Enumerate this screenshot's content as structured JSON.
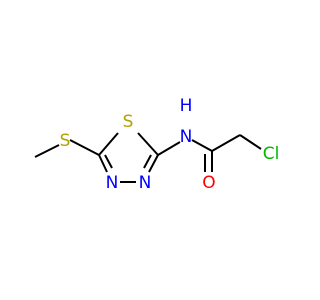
{
  "molecule": {
    "atoms": {
      "s_thioether": "S",
      "s_ring": "S",
      "n_amide": "N",
      "h_amide": "H",
      "n_ring_left": "N",
      "n_ring_right": "N",
      "o_carbonyl": "O",
      "cl": "Cl"
    },
    "colors": {
      "sulfur": "#B2A200",
      "nitrogen": "#0000FF",
      "oxygen": "#FF0000",
      "chlorine": "#00B800",
      "bond": "#000000"
    }
  }
}
